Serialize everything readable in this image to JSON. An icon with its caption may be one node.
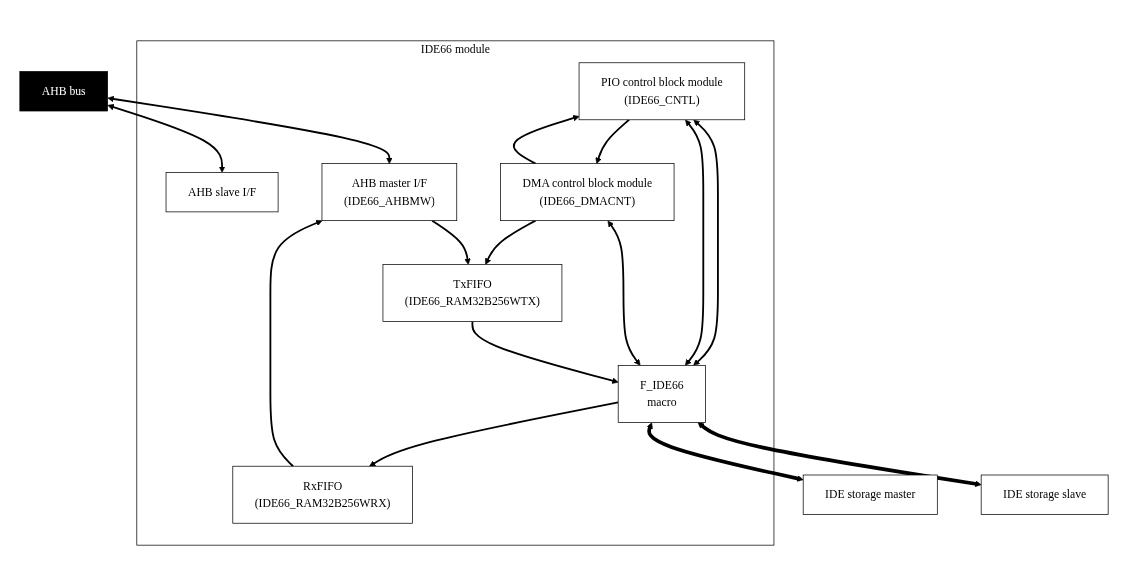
{
  "diagram": {
    "nodes": [
      {
        "text": [
          "AHB bus"
        ]
      },
      {
        "text": [
          "IDE66 module"
        ]
      },
      {
        "text": [
          "AHB slave I/F"
        ],
        "in": 1
      },
      {
        "text": [
          "PIO control block module",
          "(IDE66_CNTL)"
        ],
        "in": 1
      },
      {
        "text": [
          "DMA control block module",
          "(IDE66_DMACNT)"
        ],
        "in": 1
      },
      {
        "text": [
          "AHB master I/F",
          "(IDE66_AHBMW)"
        ],
        "in": 1
      },
      {
        "text": [
          "TxFIFO",
          "(IDE66_RAM32B256WTX)"
        ],
        "in": 1
      },
      {
        "text": [
          "RxFIFO",
          "(IDE66_RAM32B256WRX)"
        ],
        "in": 1
      },
      {
        "text": [
          "F_IDE66",
          "macro"
        ],
        "in": 1
      },
      {
        "text": [
          "IDE storage master"
        ]
      },
      {
        "text": [
          "IDE storage slave"
        ]
      }
    ],
    "edges": [
      {
        "from": 0,
        "to": 2,
        "arrow": "both"
      },
      {
        "from": 0,
        "to": 5,
        "arrow": "both"
      },
      {
        "from": 3,
        "to": 8,
        "arrow": "both"
      },
      {
        "from": 3,
        "to": 8,
        "arrow": "both"
      },
      {
        "from": 3,
        "to": 4,
        "arrow": "to"
      },
      {
        "from": 4,
        "to": 3,
        "arrow": "to"
      },
      {
        "from": 4,
        "to": 8,
        "arrow": "both"
      },
      {
        "from": 4,
        "to": 6,
        "arrow": "to"
      },
      {
        "from": 5,
        "to": 6,
        "arrow": "to"
      },
      {
        "from": 6,
        "to": 8,
        "arrow": "to"
      },
      {
        "from": 8,
        "to": 7,
        "arrow": "to"
      },
      {
        "from": 7,
        "to": 5,
        "arrow": "to"
      },
      {
        "from": 8,
        "to": 9,
        "arrow": "both",
        "style": "thick"
      },
      {
        "from": 8,
        "to": 10,
        "arrow": "both",
        "style": "thick"
      }
    ]
  }
}
